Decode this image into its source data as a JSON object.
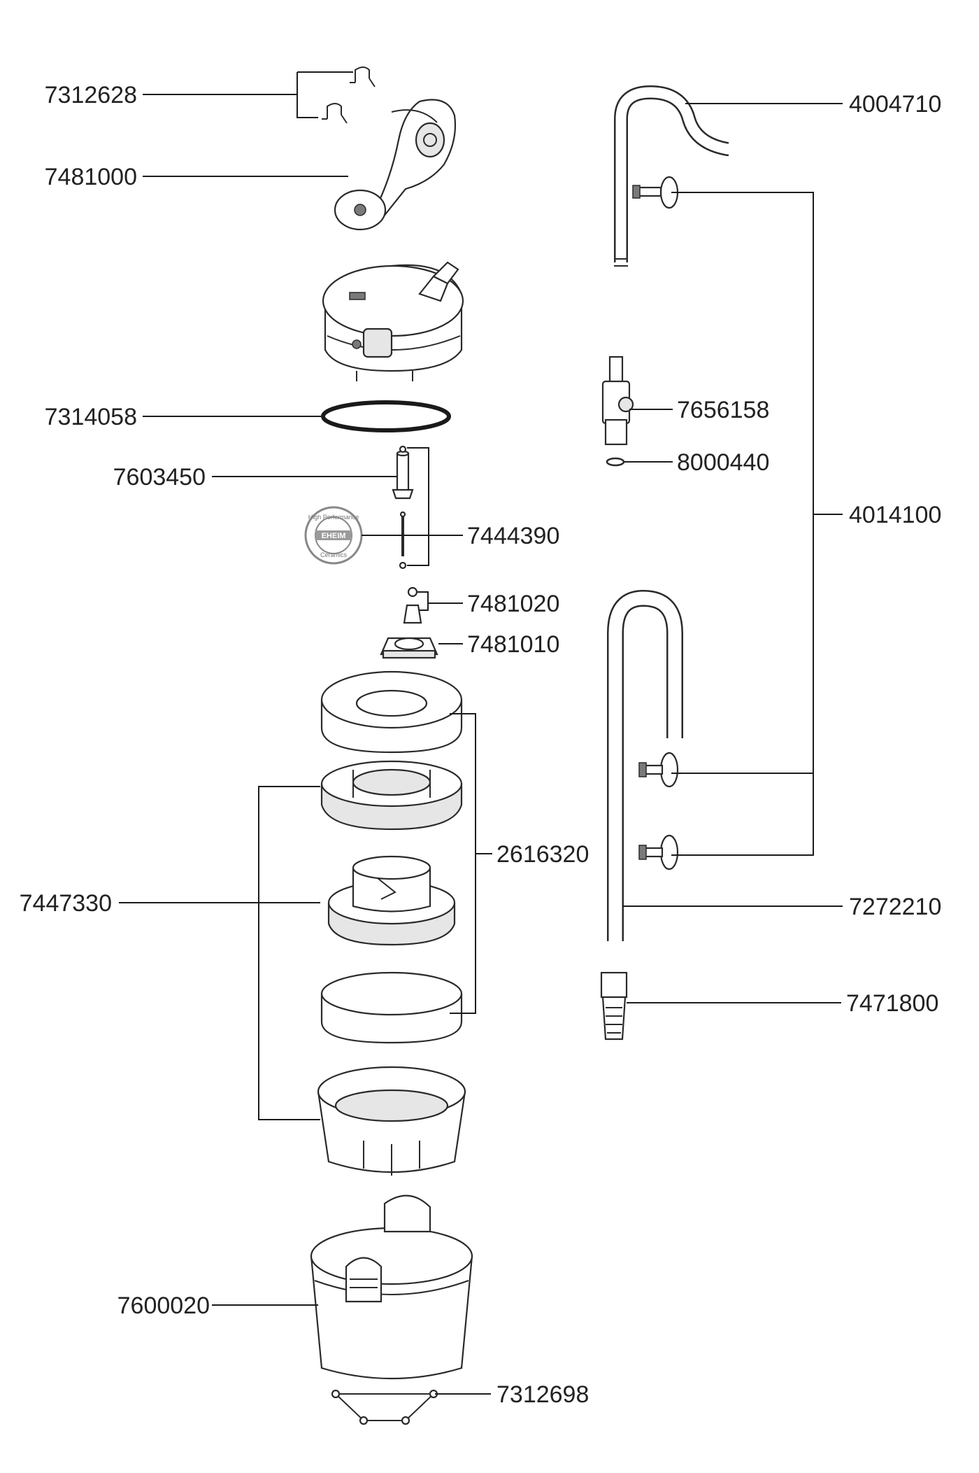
{
  "colors": {
    "line": "#2a2a2a",
    "label": "#222222",
    "shade": "#e6e6e6"
  },
  "badge": {
    "text_top": "High Performance",
    "text_mid": "EHEIM",
    "text_bottom": "Ceramics"
  },
  "parts": [
    {
      "id": "7312628",
      "label": "7312628"
    },
    {
      "id": "7481000",
      "label": "7481000"
    },
    {
      "id": "7314058",
      "label": "7314058"
    },
    {
      "id": "7603450",
      "label": "7603450"
    },
    {
      "id": "7444390",
      "label": "7444390"
    },
    {
      "id": "7481020",
      "label": "7481020"
    },
    {
      "id": "7481010",
      "label": "7481010"
    },
    {
      "id": "2616320",
      "label": "2616320"
    },
    {
      "id": "7447330",
      "label": "7447330"
    },
    {
      "id": "7600020",
      "label": "7600020"
    },
    {
      "id": "7312698",
      "label": "7312698"
    },
    {
      "id": "4004710",
      "label": "4004710"
    },
    {
      "id": "7656158",
      "label": "7656158"
    },
    {
      "id": "8000440",
      "label": "8000440"
    },
    {
      "id": "4014100",
      "label": "4014100"
    },
    {
      "id": "7272210",
      "label": "7272210"
    },
    {
      "id": "7471800",
      "label": "7471800"
    }
  ]
}
